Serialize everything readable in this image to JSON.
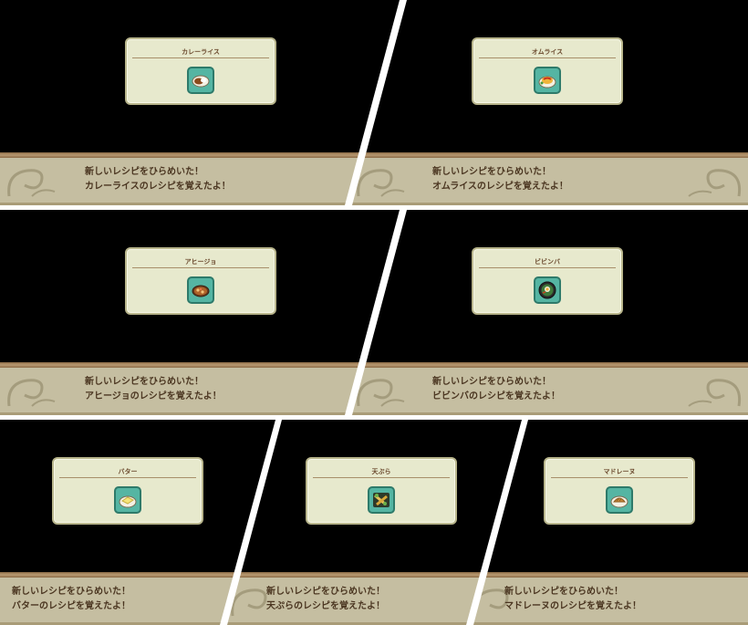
{
  "panels": [
    {
      "title": "カレーライス",
      "line1": "新しいレシピをひらめいた！",
      "line2": "カレーライスのレシピを覚えたよ！",
      "food_icon": "curry-icon"
    },
    {
      "title": "オムライス",
      "line1": "新しいレシピをひらめいた！",
      "line2": "オムライスのレシピを覚えたよ！",
      "food_icon": "omurice-icon"
    },
    {
      "title": "アヒージョ",
      "line1": "新しいレシピをひらめいた！",
      "line2": "アヒージョのレシピを覚えたよ！",
      "food_icon": "ajillo-icon"
    },
    {
      "title": "ビビンバ",
      "line1": "新しいレシピをひらめいた！",
      "line2": "ビビンバのレシピを覚えたよ！",
      "food_icon": "bibimbap-icon"
    },
    {
      "title": "バター",
      "line1": "新しいレシピをひらめいた！",
      "line2": "バターのレシピを覚えたよ！",
      "food_icon": "butter-icon"
    },
    {
      "title": "天ぷら",
      "line1": "新しいレシピをひらめいた！",
      "line2": "天ぷらのレシピを覚えたよ！",
      "food_icon": "tempura-icon"
    },
    {
      "title": "マドレーヌ",
      "line1": "新しいレシピをひらめいた！",
      "line2": "マドレーヌのレシピを覚えたよ！",
      "food_icon": "madeleine-icon"
    }
  ],
  "colors": {
    "card_bg": "#e7e9cd",
    "banner_bg": "#c5bea1",
    "text": "#4a3520",
    "icon_bg": "#55b5a3"
  }
}
